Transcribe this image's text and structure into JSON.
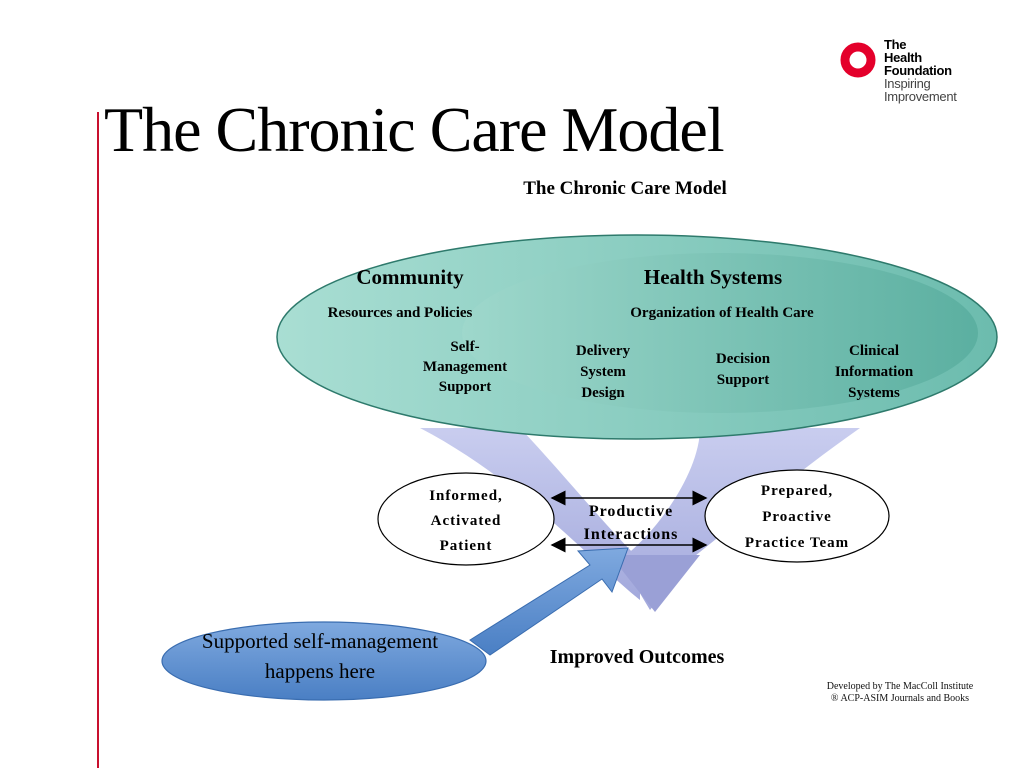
{
  "slide": {
    "title": "The Chronic Care Model"
  },
  "logo": {
    "line1": "The",
    "line2": "Health",
    "line3": "Foundation",
    "line4": "Inspiring",
    "line5": "Improvement",
    "brand_color": "#e4002b"
  },
  "diagram": {
    "heading": "The Chronic Care Model",
    "community": {
      "title": "Community",
      "subtitle": "Resources and Policies"
    },
    "health_systems": {
      "title": "Health Systems",
      "subtitle": "Organization of Health Care"
    },
    "components": {
      "self_management": [
        "Self-",
        "Management",
        "Support"
      ],
      "delivery_system": [
        "Delivery",
        "System",
        "Design"
      ],
      "decision_support": [
        "Decision",
        "Support"
      ],
      "clinical_info": [
        "Clinical",
        "Information",
        "Systems"
      ]
    },
    "patient": [
      "Informed,",
      "Activated",
      "Patient"
    ],
    "interactions": [
      "Productive",
      "Interactions"
    ],
    "team": [
      "Prepared,",
      "Proactive",
      "Practice Team"
    ],
    "outcomes": "Improved Outcomes",
    "callout": [
      "Supported self-management",
      "happens here"
    ],
    "colors": {
      "ellipse_light": "#a8ddd2",
      "ellipse_dark": "#5fb5a6",
      "arrow_lavender": "#b7bde6",
      "callout_blue": "#5b8fd0"
    }
  },
  "footnote": {
    "line1": "Developed by The MacColl Institute",
    "line2": "® ACP-ASIM Journals and Books"
  }
}
